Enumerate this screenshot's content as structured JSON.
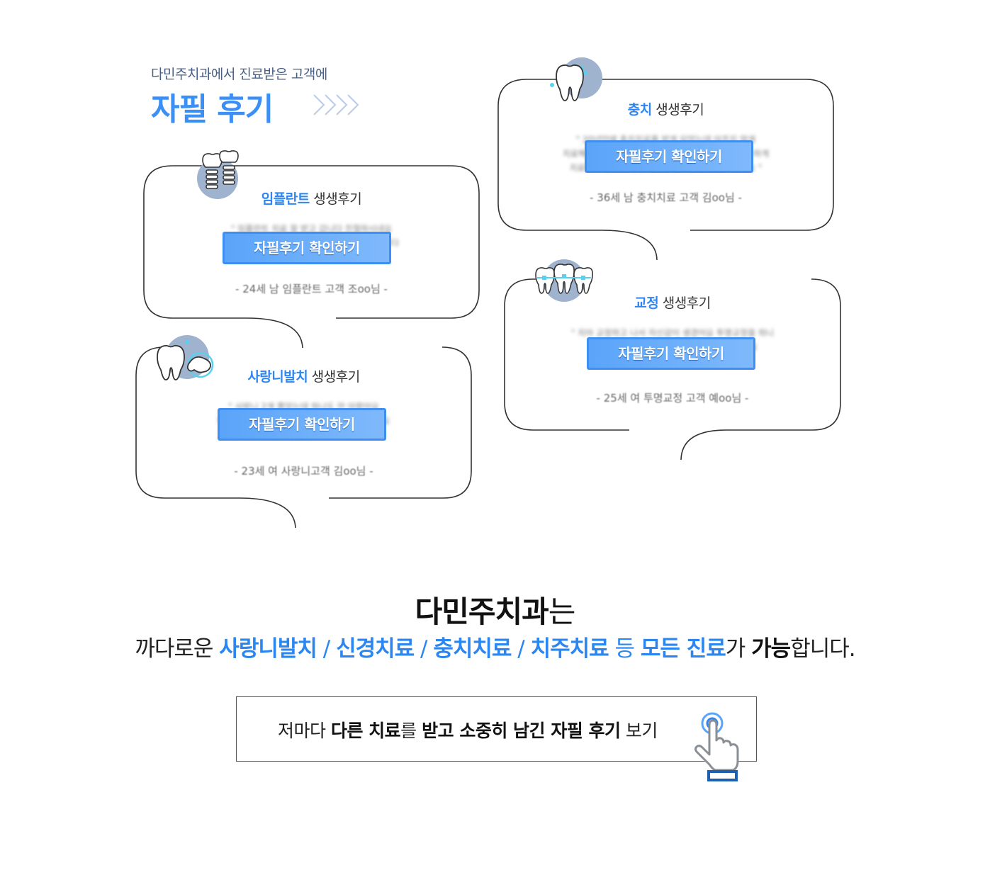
{
  "header": {
    "subtitle": "다민주치과에서 진료받은 고객에",
    "title": "자필 후기"
  },
  "cards": [
    {
      "key": "implant",
      "category": "임플란트",
      "suffix": " 생생후기",
      "preview_lines": [
        "\" 임플란트 치료 잘 받고 갑니다 친절하시네요",
        "다른치과 보다 꼼꼼하게 치료해주셔서 감사합니다",
        "적극 추천합니다 \""
      ],
      "button_label": "자필후기 확인하기",
      "author": "- 24세 남 임플란트 고객 조oo님 -",
      "icon": "implant-icon"
    },
    {
      "key": "wisdom",
      "category": "사랑니발치",
      "suffix": " 생생후기",
      "preview_lines": [
        "\" 사랑니 2개 뽑았는데 하나도 안 아팠어요",
        "다른 곳에서 못 뽑는다던 사랑니를 잘 빼주셨어요",
        "추천합니다 \""
      ],
      "button_label": "자필후기 확인하기",
      "author": "- 23세 여 사랑니고객 김oo님 -",
      "icon": "wisdom-tooth-icon"
    },
    {
      "key": "cavity",
      "category": "충치",
      "suffix": " 생생후기",
      "preview_lines": [
        "\" 20년만에 충치치료를 받게 되었는데 아프지 않게",
        "치료해주셔서 감사합니다 친절하게 설명해주시고 꼼꼼하게",
        "치료하고 갑니다 원장님과 직원분들 모두 친절하세요 \""
      ],
      "button_label": "자필후기 확인하기",
      "author": "- 36세 남 충치치료 고객 김oo님 -",
      "icon": "tooth-sparkle-icon"
    },
    {
      "key": "ortho",
      "category": "교정",
      "suffix": " 생생후기",
      "preview_lines": [
        "\" 치아 교정하고 나서 자신감이 생겼어요 투명교정을 하니",
        "주변에서 잘 모르더라구요 정말 만족하고 있어요",
        "원장님께 감사드립니다 \""
      ],
      "button_label": "자필후기 확인하기",
      "author": "- 25세 여 투명교정 고객 예oo님 -",
      "icon": "braces-icon"
    }
  ],
  "headline": {
    "brand": "다민주치과",
    "rest": "는"
  },
  "description": {
    "prefix": "까다로운 ",
    "t1": "사랑니발치",
    "sep1": " / ",
    "t2": "신경치료",
    "sep2": " / ",
    "t3": "충치치료",
    "sep3": " / ",
    "t4": "치주치료",
    "mid": " 등 ",
    "t5": "모든 진료",
    "mid2": "가 ",
    "t6": "가능",
    "suffix": "합니다."
  },
  "cta": {
    "p1": "저마다 ",
    "b1": "다른 치료",
    "p2": "를 ",
    "b2": "받고 소중히 남긴 자필 후기",
    "p3": " 보기",
    "icon": "pointer-hand-icon"
  },
  "colors": {
    "accent": "#2f86f0",
    "button": "#5aa4f9",
    "icon_circle": "#9fb3cf"
  }
}
